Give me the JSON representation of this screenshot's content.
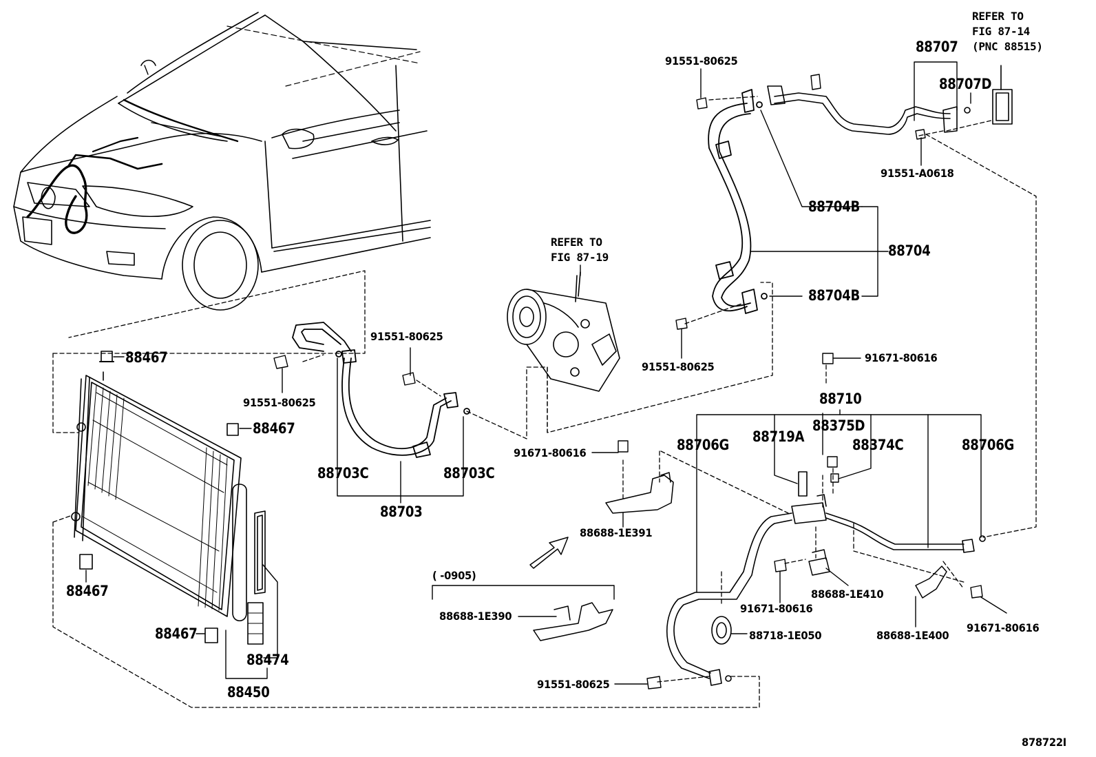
{
  "figure_id": "878722I",
  "refers": {
    "expansion_valve": [
      "REFER TO",
      "FIG 87-14",
      "(PNC 88515)"
    ],
    "compressor": [
      "REFER TO",
      "FIG 87-19"
    ]
  },
  "date_range": "(      -0905)",
  "parts": {
    "p88707": "88707",
    "p88707D": "88707D",
    "b91551_80625_top": "91551-80625",
    "b91551_A0618": "91551-A0618",
    "p88704B_top": "88704B",
    "p88704": "88704",
    "p88704B_bottom": "88704B",
    "b91551_80625_mid": "91551-80625",
    "b91551_80625_center": "91551-80625",
    "b91551_80625_left": "91551-80625",
    "p88467_a": "88467",
    "p88467_b": "88467",
    "p88467_c": "88467",
    "p88467_d": "88467",
    "p88703C_left": "88703C",
    "p88703C_right": "88703C",
    "p88703": "88703",
    "p88474": "88474",
    "p88450": "88450",
    "b91671_80616_top": "91671-80616",
    "p88710": "88710",
    "p88375D": "88375D",
    "p88706G_left": "88706G",
    "p88719A": "88719A",
    "p88374C": "88374C",
    "p88706G_right": "88706G",
    "b91671_80616_left": "91671-80616",
    "p88688_1E391": "88688-1E391",
    "p88688_1E390": "88688-1E390",
    "p88688_1E410": "88688-1E410",
    "b91671_80616_mid": "91671-80616",
    "p88688_1E400": "88688-1E400",
    "b91671_80616_right": "91671-80616",
    "p88718_1E050": "88718-1E050",
    "b91551_80625_bottom": "91551-80625"
  }
}
